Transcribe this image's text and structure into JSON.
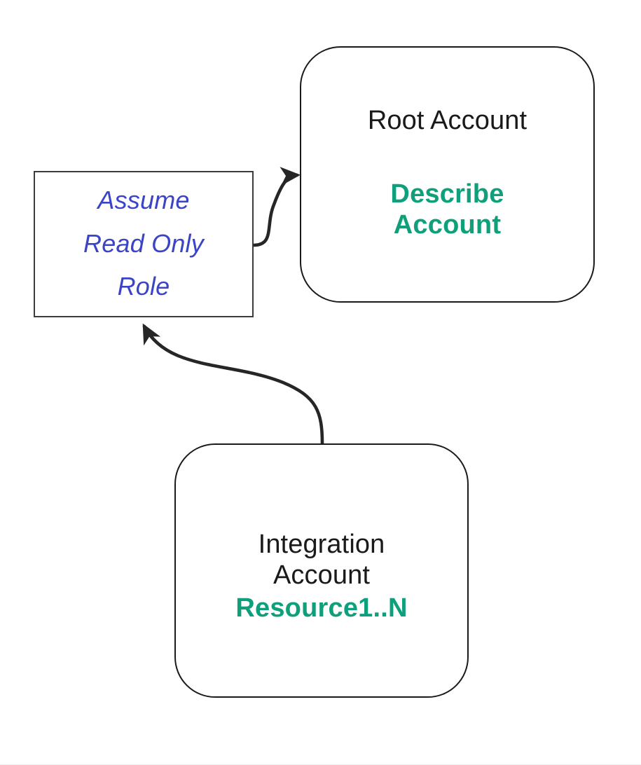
{
  "diagram": {
    "type": "flow-diagram",
    "background_color": "#ffffff",
    "accent_color": "#0fa07b",
    "role_text_color": "#3b44c6",
    "node_text_color": "#1a1a1a",
    "edge_color": "#262626",
    "nodes": [
      {
        "id": "root-account",
        "shape": "rounded-rectangle",
        "title": "Root Account",
        "accent_line_1": "Describe",
        "accent_line_2": "Account"
      },
      {
        "id": "assume-role",
        "shape": "rectangle",
        "line_1": "Assume",
        "line_2": "Read Only",
        "line_3": "Role"
      },
      {
        "id": "integration-account",
        "shape": "rounded-rectangle",
        "title_line_1": "Integration",
        "title_line_2": "Account",
        "accent_line_1": "Resource1..N"
      }
    ],
    "edges": [
      {
        "id": "edge-role-to-root",
        "from": "assume-role",
        "to": "root-account",
        "style": "curved",
        "arrowhead": "to"
      },
      {
        "id": "edge-integration-to-role",
        "from": "integration-account",
        "to": "assume-role",
        "style": "curved",
        "arrowhead": "to"
      }
    ]
  }
}
